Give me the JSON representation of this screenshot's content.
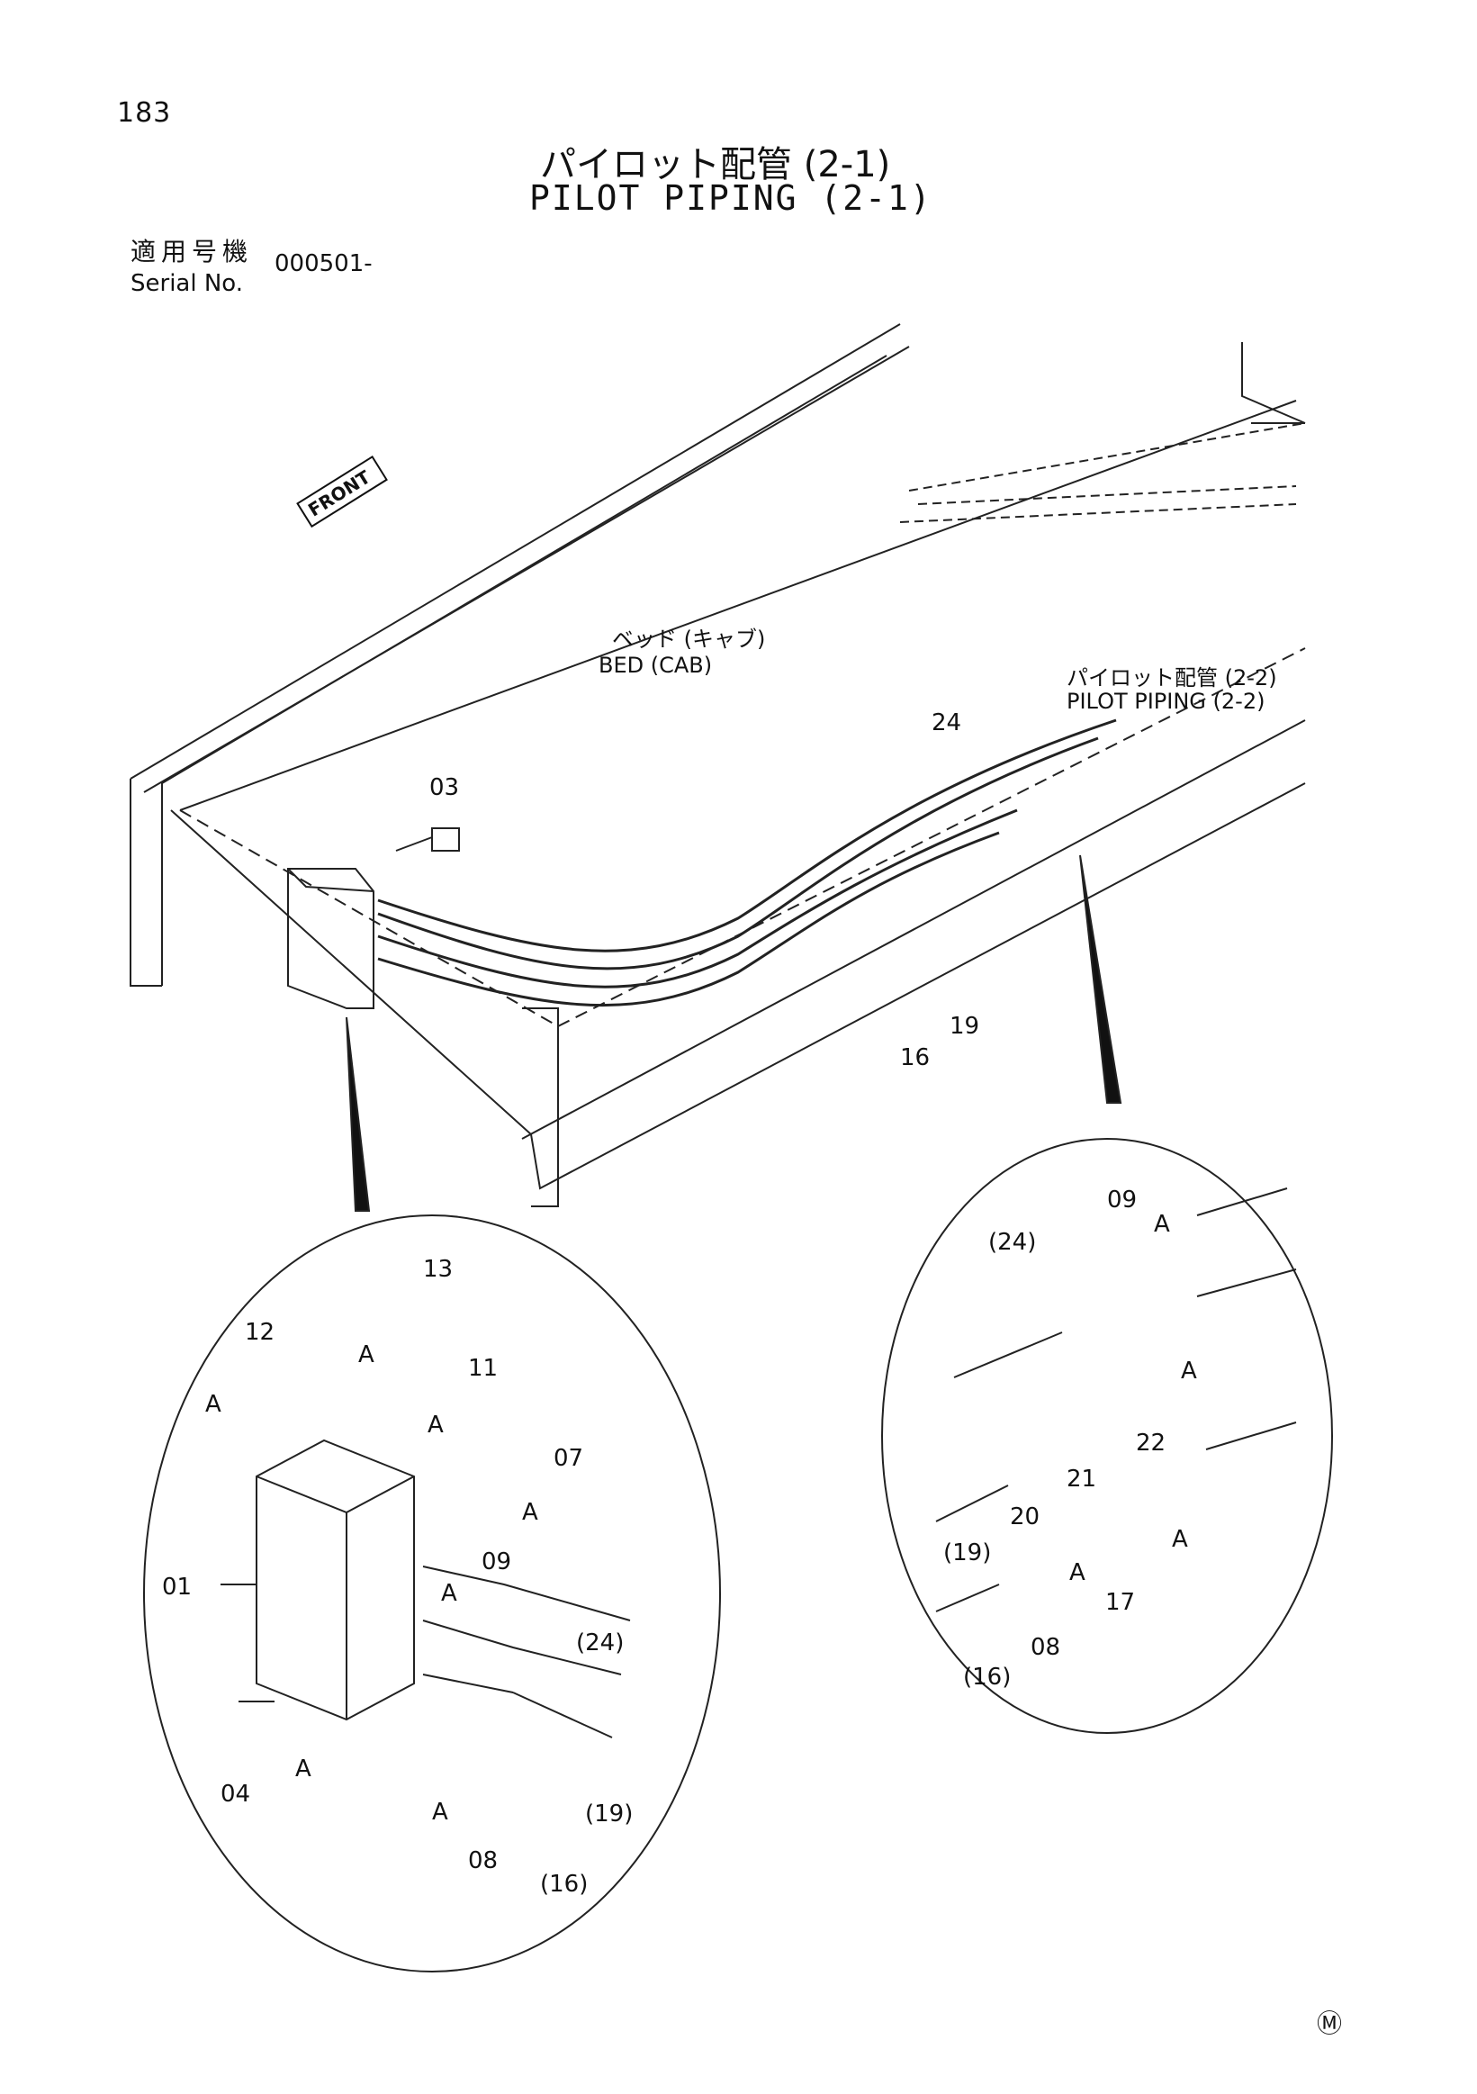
{
  "page_number": "183",
  "title": {
    "jp": "パイロット配管 (2-1)",
    "en": "PILOT PIPING (2-1)"
  },
  "serial": {
    "label_jp": "適用号機",
    "label_en": "Serial No.",
    "value": "000501-"
  },
  "front_label": "FRONT",
  "bed_label": {
    "jp": "ベッド (キャブ)",
    "en": "BED (CAB)"
  },
  "ref_label": {
    "jp": "パイロット配管 (2-2)",
    "en": "PILOT PIPING (2-2)"
  },
  "callouts": {
    "c24": "24",
    "c03": "03",
    "c19": "19",
    "c16": "16",
    "c13": "13",
    "c12": "12",
    "c11": "11",
    "c07": "07",
    "c01": "01",
    "c09a": "09",
    "c24p": "(24)",
    "c04": "04",
    "c08a": "08",
    "c19p": "(19)",
    "c16p": "(16)",
    "r09": "09",
    "r24p": "(24)",
    "r22": "22",
    "r21": "21",
    "r20": "20",
    "r19p": "(19)",
    "r17": "17",
    "r08": "08",
    "r16p": "(16)"
  },
  "a_marker": "A",
  "corner_mark": "Ⓜ"
}
